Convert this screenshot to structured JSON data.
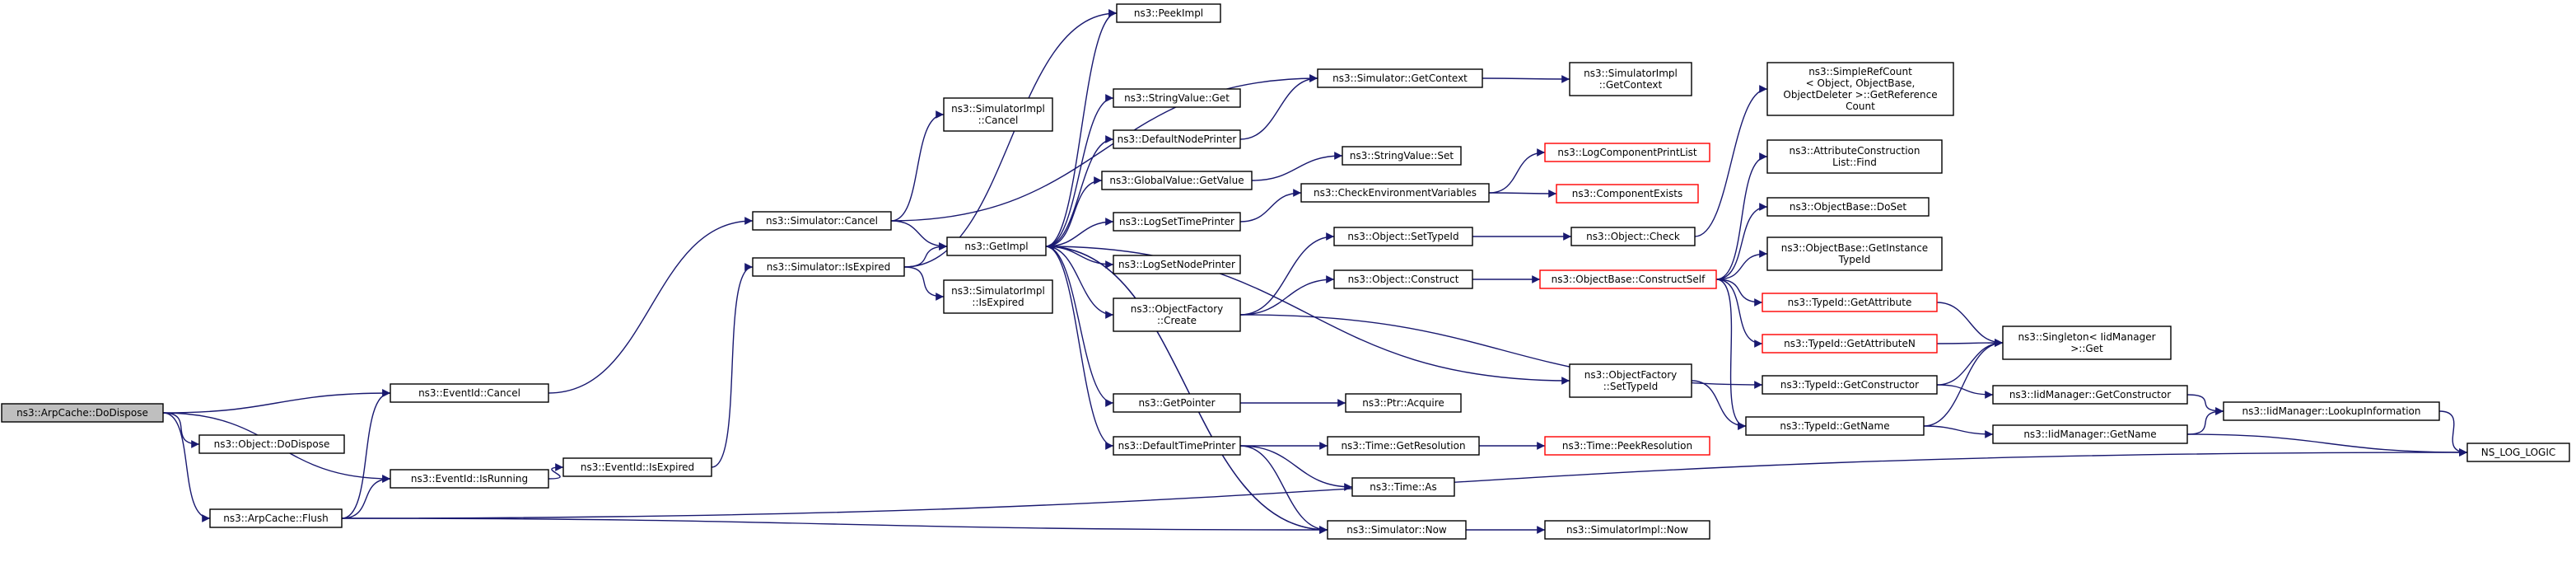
{
  "colors": {
    "edge": "#191970",
    "node_border": "#000000",
    "node_border_missing": "#ff0000",
    "node_fill": "#ffffff",
    "root_fill": "#bfbfbf",
    "text": "#000000"
  },
  "nodes": [
    {
      "id": "n1",
      "lines": [
        "ns3::ArpCache::DoDispose"
      ],
      "root": true
    },
    {
      "id": "n2",
      "lines": [
        "ns3::EventId::Cancel"
      ]
    },
    {
      "id": "n3",
      "lines": [
        "ns3::Object::DoDispose"
      ]
    },
    {
      "id": "n4",
      "lines": [
        "ns3::EventId::IsRunning"
      ]
    },
    {
      "id": "n5",
      "lines": [
        "ns3::ArpCache::Flush"
      ]
    },
    {
      "id": "n6",
      "lines": [
        "ns3::Simulator::Cancel"
      ]
    },
    {
      "id": "n7",
      "lines": [
        "ns3::EventId::IsExpired"
      ]
    },
    {
      "id": "n8",
      "lines": [
        "ns3::Simulator::IsExpired"
      ]
    },
    {
      "id": "n9",
      "lines": [
        "ns3::GetImpl"
      ]
    },
    {
      "id": "n10",
      "lines": [
        "ns3::SimulatorImpl",
        "::Cancel"
      ]
    },
    {
      "id": "n11",
      "lines": [
        "ns3::SimulatorImpl",
        "::IsExpired"
      ]
    },
    {
      "id": "n12",
      "lines": [
        "ns3::PeekImpl"
      ]
    },
    {
      "id": "n13",
      "lines": [
        "ns3::StringValue::Get"
      ]
    },
    {
      "id": "n14",
      "lines": [
        "ns3::DefaultNodePrinter"
      ]
    },
    {
      "id": "n15",
      "lines": [
        "ns3::GlobalValue::GetValue"
      ]
    },
    {
      "id": "n16",
      "lines": [
        "ns3::LogSetTimePrinter"
      ]
    },
    {
      "id": "n17",
      "lines": [
        "ns3::LogSetNodePrinter"
      ]
    },
    {
      "id": "n18",
      "lines": [
        "ns3::ObjectFactory",
        "::Create"
      ]
    },
    {
      "id": "n19",
      "lines": [
        "ns3::GetPointer"
      ]
    },
    {
      "id": "n20",
      "lines": [
        "ns3::DefaultTimePrinter"
      ]
    },
    {
      "id": "n21",
      "lines": [
        "ns3::Simulator::GetContext"
      ]
    },
    {
      "id": "n22",
      "lines": [
        "ns3::StringValue::Set"
      ]
    },
    {
      "id": "n23",
      "lines": [
        "ns3::CheckEnvironmentVariables"
      ]
    },
    {
      "id": "n24",
      "lines": [
        "ns3::Object::SetTypeId"
      ]
    },
    {
      "id": "n25",
      "lines": [
        "ns3::Object::Construct"
      ]
    },
    {
      "id": "n26",
      "lines": [
        "ns3::ObjectFactory",
        "::SetTypeId"
      ]
    },
    {
      "id": "n27",
      "lines": [
        "ns3::Ptr::Acquire"
      ]
    },
    {
      "id": "n28",
      "lines": [
        "ns3::Time::GetResolution"
      ]
    },
    {
      "id": "n29",
      "lines": [
        "ns3::Time::As"
      ]
    },
    {
      "id": "n30",
      "lines": [
        "ns3::Simulator::Now"
      ]
    },
    {
      "id": "n31",
      "lines": [
        "ns3::SimulatorImpl",
        "::GetContext"
      ]
    },
    {
      "id": "n32",
      "lines": [
        "ns3::LogComponentPrintList"
      ],
      "missing": true
    },
    {
      "id": "n33",
      "lines": [
        "ns3::ComponentExists"
      ],
      "missing": true
    },
    {
      "id": "n34",
      "lines": [
        "ns3::Object::Check"
      ]
    },
    {
      "id": "n35",
      "lines": [
        "ns3::ObjectBase::ConstructSelf"
      ],
      "missing": true
    },
    {
      "id": "n36",
      "lines": [
        "ns3::TypeId::GetName"
      ]
    },
    {
      "id": "n37",
      "lines": [
        "ns3::Time::PeekResolution"
      ],
      "missing": true
    },
    {
      "id": "n38",
      "lines": [
        "ns3::SimulatorImpl::Now"
      ]
    },
    {
      "id": "n39",
      "lines": [
        "ns3::SimpleRefCount",
        "< Object, ObjectBase,",
        "ObjectDeleter >::GetReference",
        "Count"
      ]
    },
    {
      "id": "n40",
      "lines": [
        "ns3::AttributeConstruction",
        "List::Find"
      ]
    },
    {
      "id": "n41",
      "lines": [
        "ns3::ObjectBase::DoSet"
      ]
    },
    {
      "id": "n42",
      "lines": [
        "ns3::ObjectBase::GetInstance",
        "TypeId"
      ]
    },
    {
      "id": "n43",
      "lines": [
        "ns3::TypeId::GetAttribute"
      ],
      "missing": true
    },
    {
      "id": "n44",
      "lines": [
        "ns3::TypeId::GetAttributeN"
      ],
      "missing": true
    },
    {
      "id": "n45",
      "lines": [
        "ns3::TypeId::GetConstructor"
      ]
    },
    {
      "id": "n46",
      "lines": [
        "ns3::Singleton< IidManager",
        " >::Get"
      ]
    },
    {
      "id": "n47",
      "lines": [
        "ns3::IidManager::GetConstructor"
      ]
    },
    {
      "id": "n48",
      "lines": [
        "ns3::IidManager::GetName"
      ]
    },
    {
      "id": "n49",
      "lines": [
        "ns3::IidManager::LookupInformation"
      ]
    },
    {
      "id": "n50",
      "lines": [
        "NS_LOG_LOGIC"
      ]
    }
  ],
  "edges": [
    [
      "n1",
      "n2"
    ],
    [
      "n1",
      "n3"
    ],
    [
      "n1",
      "n4"
    ],
    [
      "n1",
      "n5"
    ],
    [
      "n2",
      "n6"
    ],
    [
      "n4",
      "n7"
    ],
    [
      "n7",
      "n8"
    ],
    [
      "n5",
      "n2"
    ],
    [
      "n5",
      "n4"
    ],
    [
      "n5",
      "n30"
    ],
    [
      "n5",
      "n50"
    ],
    [
      "n6",
      "n9"
    ],
    [
      "n6",
      "n10"
    ],
    [
      "n6",
      "n21"
    ],
    [
      "n8",
      "n9"
    ],
    [
      "n8",
      "n11"
    ],
    [
      "n8",
      "n12"
    ],
    [
      "n9",
      "n12"
    ],
    [
      "n9",
      "n13"
    ],
    [
      "n9",
      "n14"
    ],
    [
      "n9",
      "n15"
    ],
    [
      "n9",
      "n16"
    ],
    [
      "n9",
      "n17"
    ],
    [
      "n9",
      "n18"
    ],
    [
      "n9",
      "n19"
    ],
    [
      "n9",
      "n20"
    ],
    [
      "n9",
      "n26"
    ],
    [
      "n9",
      "n30"
    ],
    [
      "n14",
      "n21"
    ],
    [
      "n15",
      "n22"
    ],
    [
      "n16",
      "n23"
    ],
    [
      "n18",
      "n24"
    ],
    [
      "n18",
      "n25"
    ],
    [
      "n18",
      "n45"
    ],
    [
      "n19",
      "n27"
    ],
    [
      "n20",
      "n28"
    ],
    [
      "n20",
      "n29"
    ],
    [
      "n20",
      "n30"
    ],
    [
      "n21",
      "n31"
    ],
    [
      "n23",
      "n32"
    ],
    [
      "n23",
      "n33"
    ],
    [
      "n24",
      "n34"
    ],
    [
      "n25",
      "n35"
    ],
    [
      "n26",
      "n36"
    ],
    [
      "n28",
      "n37"
    ],
    [
      "n30",
      "n38"
    ],
    [
      "n30",
      "n9"
    ],
    [
      "n34",
      "n39"
    ],
    [
      "n35",
      "n40"
    ],
    [
      "n35",
      "n41"
    ],
    [
      "n35",
      "n42"
    ],
    [
      "n35",
      "n43"
    ],
    [
      "n35",
      "n44"
    ],
    [
      "n35",
      "n36"
    ],
    [
      "n43",
      "n46"
    ],
    [
      "n44",
      "n46"
    ],
    [
      "n45",
      "n46"
    ],
    [
      "n45",
      "n47"
    ],
    [
      "n36",
      "n46"
    ],
    [
      "n36",
      "n48"
    ],
    [
      "n47",
      "n49"
    ],
    [
      "n48",
      "n49"
    ],
    [
      "n48",
      "n50"
    ],
    [
      "n49",
      "n50"
    ]
  ]
}
